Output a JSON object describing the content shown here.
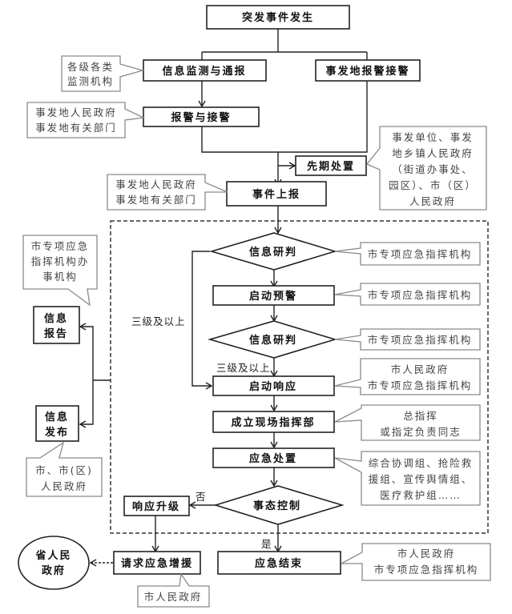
{
  "title": "突发事件应急处置流程图",
  "nodes": {
    "start": "突发事件发生",
    "monitor": "信息监测与通报",
    "local_alarm": "事发地报警接警",
    "alarm_receive": "报警与接警",
    "initial_response": "先期处置",
    "event_report": "事件上报",
    "info_judge_1": "信息研判",
    "start_warning": "启动预警",
    "info_judge_2": "信息研判",
    "start_response": "启动响应",
    "setup_command": "成立现场指挥部",
    "emergency_handling": "应急处置",
    "situation_control": "事态控制",
    "response_upgrade": "响应升级",
    "request_support": "请求应急增援",
    "emergency_end": "应急结束",
    "info_report": [
      "信息",
      "报告"
    ],
    "info_release": [
      "信息",
      "发布"
    ],
    "provincial_gov": [
      "省人民",
      "政府"
    ]
  },
  "notes": {
    "monitor": [
      "各级各类",
      "监测机构"
    ],
    "alarm_receive": [
      "事发地人民政府",
      "事发地有关部门"
    ],
    "initial_response": [
      "事发单位、事发",
      "地乡镇人民政府",
      "（街道办事处、",
      "园区）、市（区）",
      "人民政府"
    ],
    "event_report": [
      "事发地人民政府",
      "事发地有关部门"
    ],
    "info_judge_1": [
      "市专项应急指挥机构"
    ],
    "start_warning": [
      "市专项应急指挥机构"
    ],
    "info_judge_2": [
      "市专项应急指挥机构"
    ],
    "start_response": [
      "市人民政府",
      "市专项应急指挥机构"
    ],
    "setup_command": [
      "总指挥",
      "或指定负责同志"
    ],
    "emergency_handling": [
      "综合协调组、抢险救",
      "援组、宣传舆情组、",
      "医疗救护组……"
    ],
    "emergency_end": [
      "市人民政府",
      "市专项应急指挥机构"
    ],
    "request_support": [
      "市人民政府"
    ],
    "info_report": [
      "市专项应急",
      "指挥机构办",
      "事机构"
    ],
    "info_release": [
      "市、市(区)",
      "人民政府"
    ]
  },
  "edge_labels": {
    "level3_left": "三级及以上",
    "level3_inner": "三级及以上",
    "no": "否",
    "yes": "是"
  }
}
